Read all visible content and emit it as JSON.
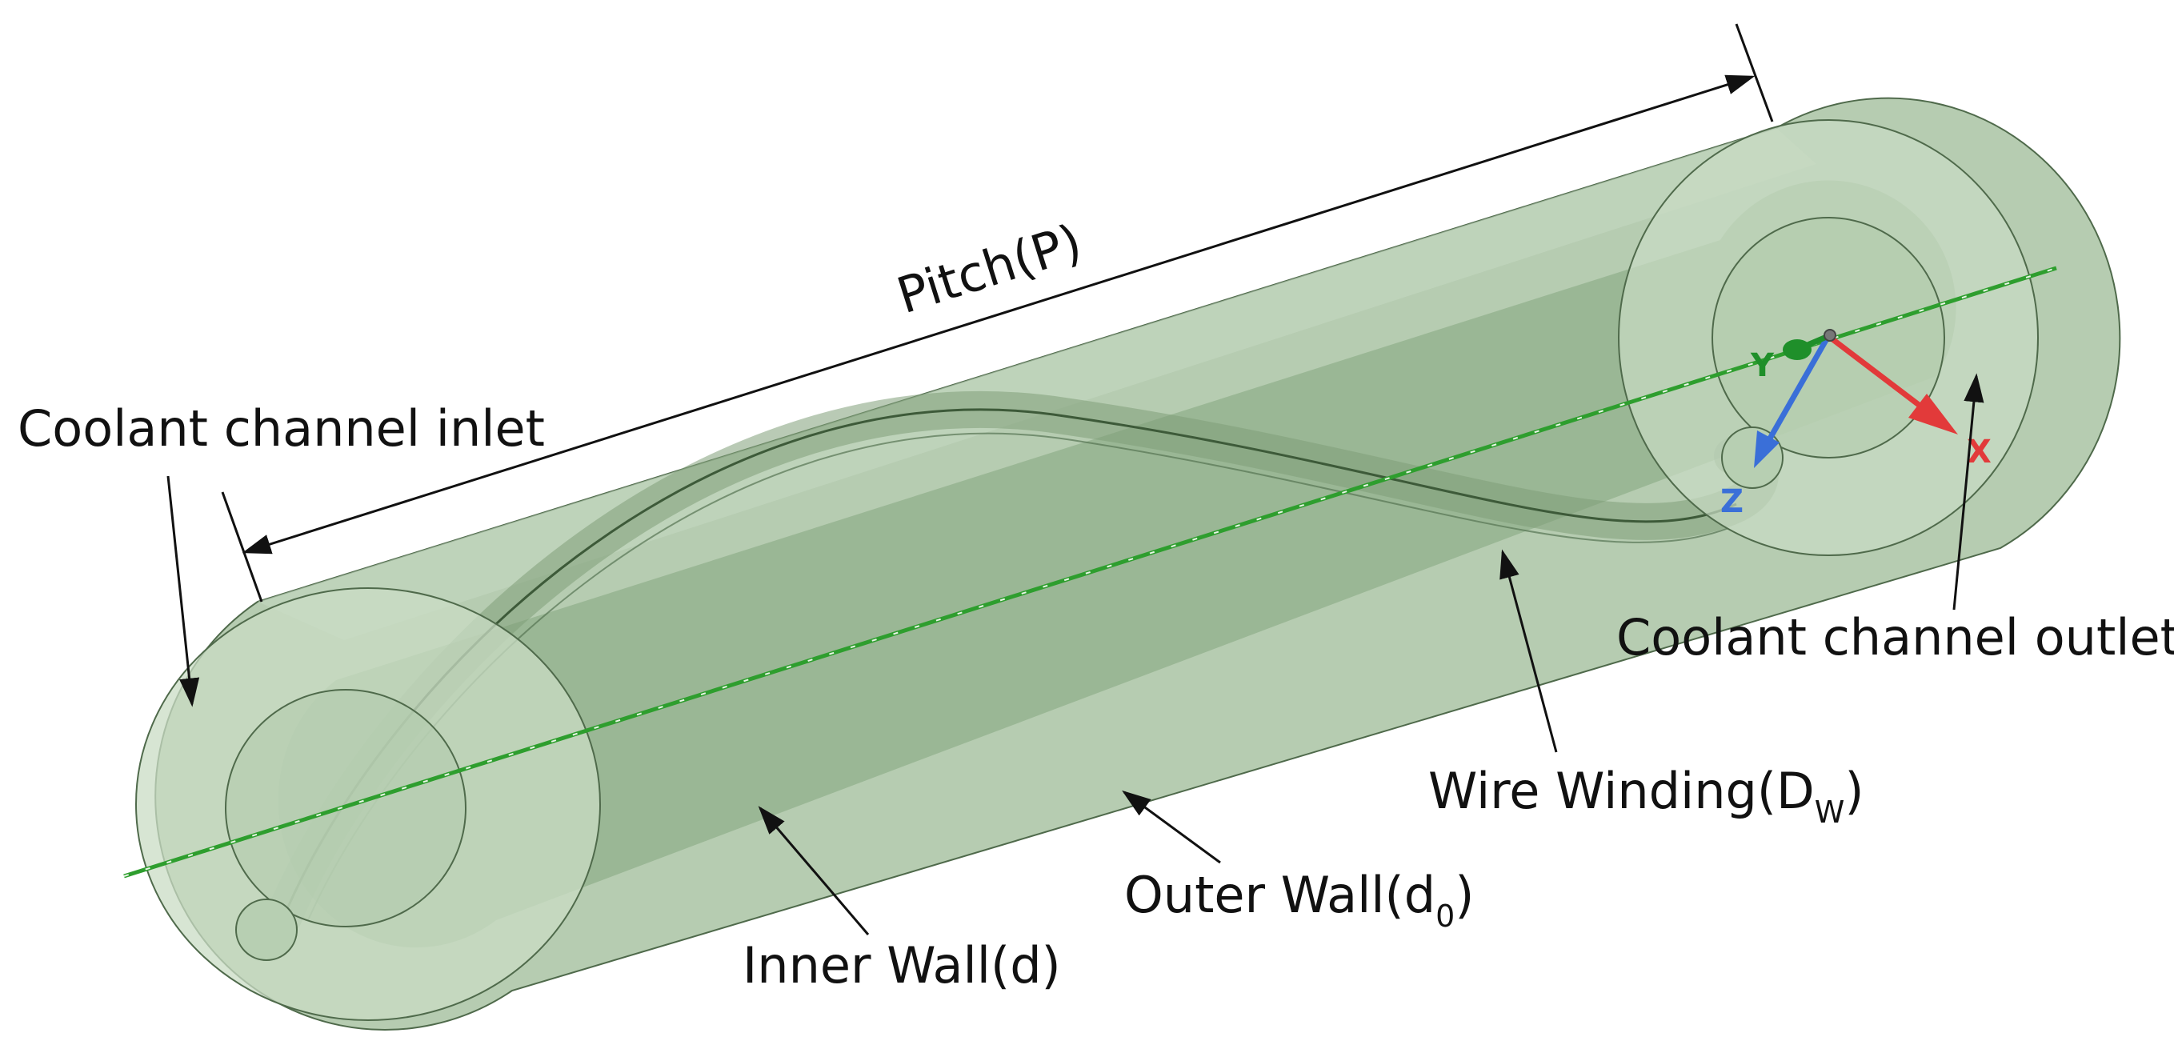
{
  "labels": {
    "pitch": "Pitch(P)",
    "inlet": "Coolant channel inlet",
    "outlet": "Coolant channel outlet",
    "wire_main": "Wire Winding(D",
    "wire_sub": "W",
    "wire_close": ")",
    "outer_main": "Outer Wall(d",
    "outer_sub": "0",
    "outer_close": ")",
    "inner": "Inner Wall(d)"
  },
  "axes": {
    "x": "X",
    "y": "Y",
    "z": "Z"
  },
  "colors": {
    "body_fill": "#a9c3a3",
    "end_fill": "#c9dcc4",
    "inner_fill": "#8fae89",
    "edge": "#4f6a4b",
    "centerline": "#2e9e2e",
    "x_axis": "#e23a3a",
    "y_axis": "#1f8f2a",
    "z_axis": "#3a6fd8",
    "annotation": "#111111"
  }
}
